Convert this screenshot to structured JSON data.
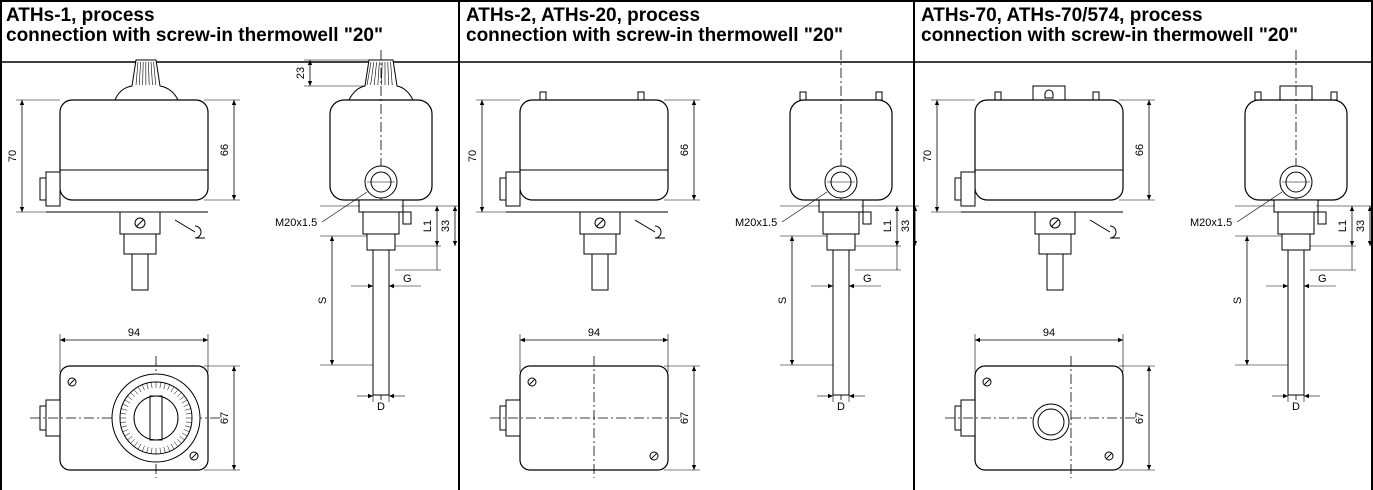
{
  "panels": [
    {
      "title_line1": "ATHs-1, process",
      "title_line2": "connection with screw-in thermowell \"20\"",
      "knob": "dial",
      "top_plate": "dial",
      "dims": {
        "height_total": "70",
        "height_housing": "66",
        "knob_height": "23",
        "thread_label": "M20x1.5",
        "probe_label_L1": "L1",
        "dim_33": "33",
        "probe_length": "S",
        "thread_G": "G",
        "diameter_D": "D",
        "width": "94",
        "depth": "67"
      }
    },
    {
      "title_line1": "ATHs-2, ATHs-20, process",
      "title_line2": "connection with screw-in thermowell \"20\"",
      "knob": "none",
      "top_plate": "plain",
      "dims": {
        "height_total": "70",
        "height_housing": "66",
        "knob_height": "",
        "thread_label": "M20x1.5",
        "probe_label_L1": "L1",
        "dim_33": "33",
        "probe_length": "S",
        "thread_G": "G",
        "diameter_D": "D",
        "width": "94",
        "depth": "67"
      }
    },
    {
      "title_line1": "ATHs-70, ATHs-70/574, process",
      "title_line2": "connection with screw-in thermowell \"20\"",
      "knob": "cap",
      "top_plate": "cap",
      "dims": {
        "height_total": "70",
        "height_housing": "66",
        "knob_height": "",
        "thread_label": "M20x1.5",
        "probe_label_L1": "L1",
        "dim_33": "33",
        "probe_length": "S",
        "thread_G": "G",
        "diameter_D": "D",
        "width": "94",
        "depth": "67"
      }
    }
  ]
}
